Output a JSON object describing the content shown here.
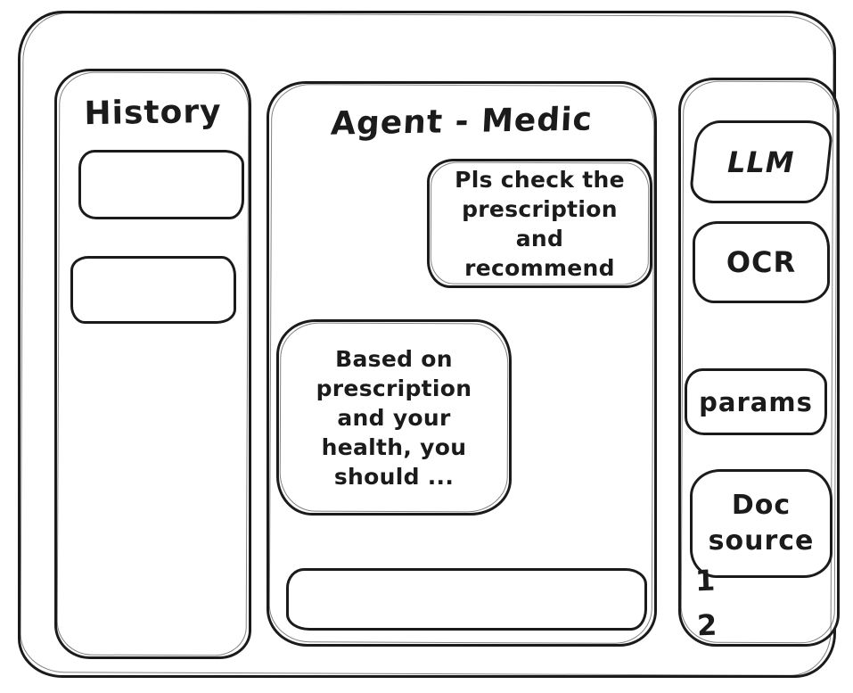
{
  "app": {
    "title": "Agent - Medic"
  },
  "history_panel": {
    "title": "History",
    "items": [
      {
        "label": ""
      },
      {
        "label": ""
      }
    ]
  },
  "chat": {
    "title": "Agent - Medic",
    "messages": [
      {
        "role": "user",
        "text": "Pls check the prescription and recommend"
      },
      {
        "role": "assistant",
        "text": "Based on prescription and your health, you should ..."
      }
    ],
    "input": {
      "value": "",
      "placeholder": ""
    }
  },
  "tools_panel": {
    "buttons": [
      {
        "id": "llm",
        "label": "LLM"
      },
      {
        "id": "ocr",
        "label": "OCR"
      },
      {
        "id": "params",
        "label": "params"
      },
      {
        "id": "doc_source",
        "label": "Doc source"
      }
    ],
    "doc_source_items": [
      "1",
      "2"
    ]
  },
  "colors": {
    "ink": "#1b1b1b",
    "background": "#ffffff"
  }
}
